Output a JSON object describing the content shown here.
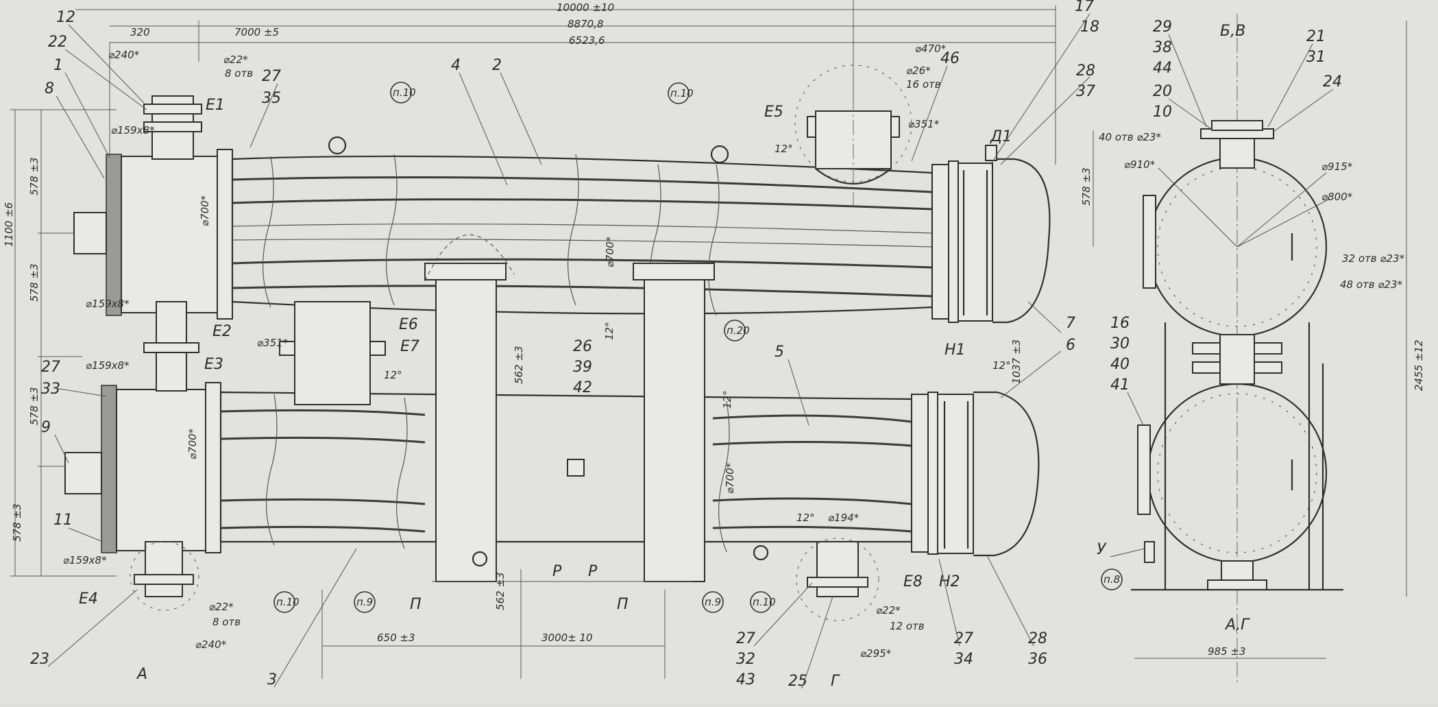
{
  "dimensions": {
    "overall": "10000 ±10",
    "between_flanges": "8870,8",
    "tube_length": "6523,6",
    "top_flange_left": "320",
    "top_spacing": "7000 ±5",
    "height_left_total": "1100 ±6",
    "height_upper_1": "578 ±3",
    "height_upper_2": "578 ±3",
    "height_lower_1": "578 ±3",
    "height_lower_2": "578 ±3",
    "support_height_1": "562 ±3",
    "support_height_2": "562 ±3",
    "support_spacing": "3000± 10",
    "support_offset": "650 ±3",
    "right_view_height": "2455 ±12",
    "right_view_width": "985 ±3",
    "right_view_upper": "578 ±3",
    "center_height": "1037 ±3"
  },
  "diameters": {
    "d700_a": "⌀700*",
    "d700_b": "⌀700*",
    "d700_c": "⌀700*",
    "d700_d": "⌀700*",
    "d159_e1": "⌀159x8*",
    "d159_e2": "⌀159x8*",
    "d159_e3": "⌀159x8*",
    "d159_e4": "⌀159x8*",
    "d240_top": "⌀240*",
    "d240_bottom": "⌀240*",
    "d22_top": "⌀22*",
    "d22_bottom": "⌀22*",
    "d22_e8": "⌀22*",
    "holes8_top": "8 отв",
    "holes8_bottom": "8 отв",
    "holes12_e8": "12 отв",
    "d470": "⌀470*",
    "d26": "⌀26*",
    "holes16": "16 отв",
    "d351_e5": "⌀351*",
    "d351_e6": "⌀351*",
    "d194": "⌀194*",
    "d295": "⌀295*",
    "d910": "⌀910*",
    "d915": "⌀915*",
    "d800": "⌀800*",
    "holes32": "32 отв ⌀23*",
    "holes48": "48 отв ⌀23*",
    "holes40": "40 отв ⌀23*",
    "angle12_a": "12°",
    "angle12_b": "12°",
    "angle12_c": "12°",
    "angle12_d": "12°",
    "angle12_e": "12°",
    "angle12_f": "12°"
  },
  "nozzles": {
    "e1": "Е1",
    "e2": "Е2",
    "e3": "Е3",
    "e4": "Е4",
    "e5": "Е5",
    "e6": "Е6",
    "e7": "Е7",
    "e8": "Е8",
    "d1": "Д1",
    "n1": "Н1",
    "n2": "Н2",
    "u": "У"
  },
  "views": {
    "a": "А",
    "g": "Г",
    "p1": "П",
    "p2": "П",
    "r1": "Р",
    "r2": "Р",
    "b_v": "Б,В",
    "a_g": "А,Г"
  },
  "callouts": {
    "c12": "12",
    "c22": "22",
    "c1": "1",
    "c8": "8",
    "c27a": "27",
    "c35": "35",
    "c4": "4",
    "c2": "2",
    "c46": "46",
    "c17": "17",
    "c18": "18",
    "c28a": "28",
    "c37": "37",
    "c27b": "27",
    "c33": "33",
    "c9": "9",
    "c11": "11",
    "c23": "23",
    "c3": "3",
    "c5": "5",
    "c7": "7",
    "c6": "6",
    "c26": "26",
    "c39": "39",
    "c42": "42",
    "c27c": "27",
    "c32": "32",
    "c43": "43",
    "c25": "25",
    "c27d": "27",
    "c34": "34",
    "c28b": "28",
    "c36": "36",
    "c29": "29",
    "c38": "38",
    "c44": "44",
    "c20": "20",
    "c10": "10",
    "c21": "21",
    "c31": "31",
    "c24": "24",
    "c16": "16",
    "c30": "30",
    "c40": "40",
    "c41": "41"
  },
  "balloons": {
    "b1": "п.10",
    "b2": "п.10",
    "b3": "п.20",
    "b4": "п.10",
    "b5": "п.9",
    "b6": "п.9",
    "b7": "п.10",
    "b8": "п.8"
  }
}
